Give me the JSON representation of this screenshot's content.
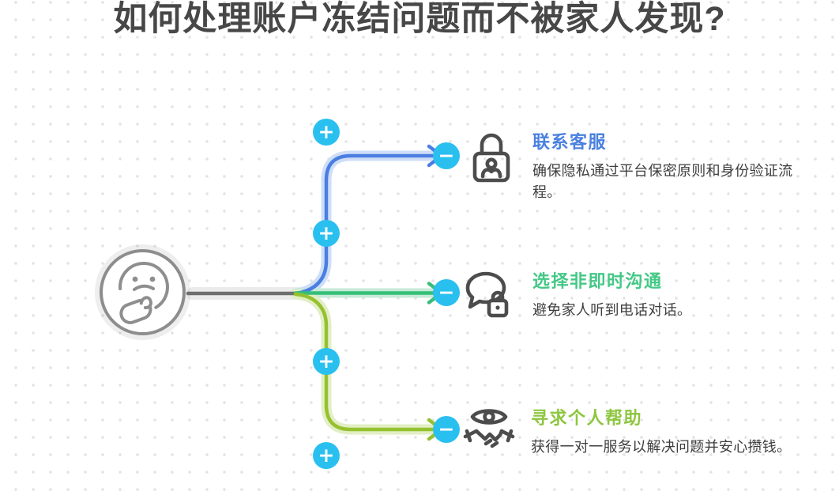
{
  "title": "如何处理账户冻结问题而不被家人发现?",
  "colors": {
    "title_text": "#474747",
    "dot_grid": "#e3e3e3",
    "node_border": "#8d8d8d",
    "trunk_line": "#6e6e6e",
    "action_button_cyan": "#29c0ef",
    "icon_stroke": "#4c4c4c",
    "description_text": "#3e3e3e",
    "branch_blue": "#4b7ee2",
    "branch_green": "#36bf78",
    "branch_lime": "#96c12f"
  },
  "central_node": {
    "icon": "thinking-face-icon"
  },
  "branches": [
    {
      "icon": "privacy-lock-icon",
      "title": "联系客服",
      "title_color": "#4a80e0",
      "description": "确保隐私通过平台保密原则和身份验证流程。"
    },
    {
      "icon": "secure-chat-icon",
      "title": "选择非即时沟通",
      "title_color": "#44c886",
      "description": "避免家人听到电话对话。"
    },
    {
      "icon": "supervised-handshake-icon",
      "title": "寻求个人帮助",
      "title_color": "#8dc63f",
      "description": "获得一对一服务以解决问题并安心攒钱。"
    }
  ],
  "controls": {
    "add_label": "+",
    "remove_label": "−"
  }
}
